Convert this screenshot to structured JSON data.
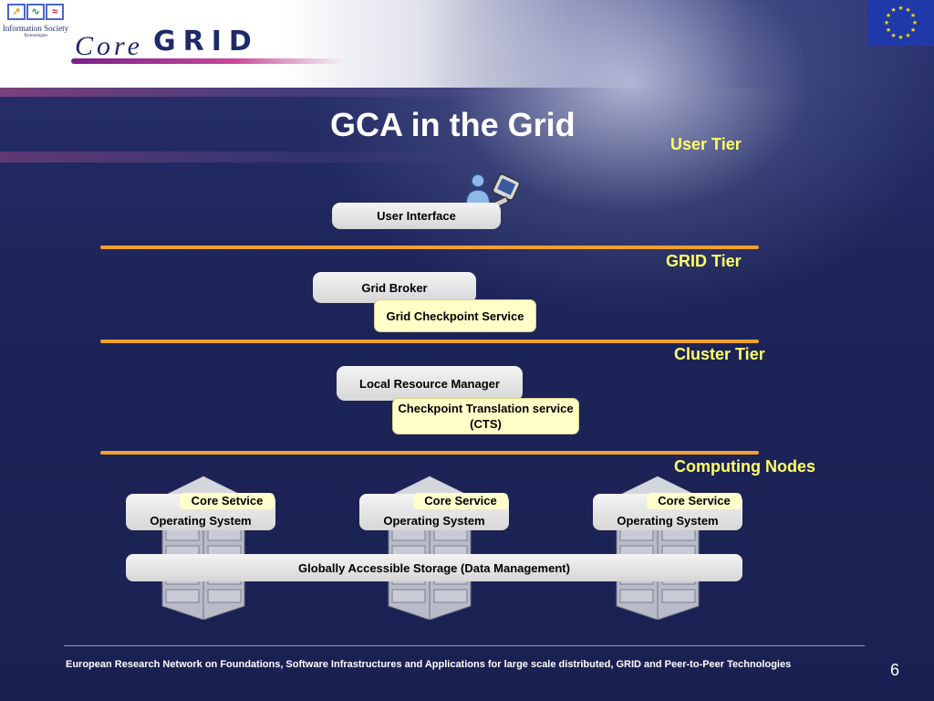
{
  "header": {
    "is_logo_text": "Information Society",
    "is_logo_sub": "Technologies",
    "coregrid_core": "Core",
    "coregrid_grid": "GRID"
  },
  "title": "GCA in the Grid",
  "tiers": {
    "user": "User Tier",
    "grid": "GRID Tier",
    "cluster": "Cluster Tier",
    "nodes": "Computing Nodes"
  },
  "boxes": {
    "user_interface": "User Interface",
    "grid_broker": "Grid Broker",
    "grid_checkpoint": "Grid Checkpoint Service",
    "local_rm": "Local Resource Manager",
    "cts": "Checkpoint Translation service (CTS)"
  },
  "nodes": [
    {
      "core": "Core Setvice",
      "os": "Operating System"
    },
    {
      "core": "Core Service",
      "os": "Operating System"
    },
    {
      "core": "Core Service",
      "os": "Operating System"
    }
  ],
  "storage": "Globally Accessible Storage (Data Management)",
  "footer": "European Research Network on Foundations, Software Infrastructures and Applications for large scale distributed, GRID and Peer-to-Peer Technologies",
  "page_number": "6",
  "colors": {
    "background": "#1c2356",
    "tier_label": "#ffff66",
    "divider": "#f0a030",
    "highlight_box": "#ffffc8"
  }
}
